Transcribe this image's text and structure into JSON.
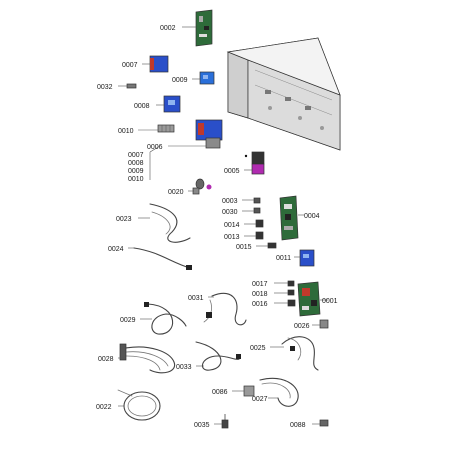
{
  "diagram": {
    "part_labels": {
      "p0002": "0002",
      "p0007": "0007",
      "p0009": "0009",
      "p0032": "0032",
      "p0008": "0008",
      "p0010": "0010",
      "p0006": "0006",
      "p0005": "0005",
      "p0007b": "0007",
      "p0008b": "0008",
      "p0009b": "0009",
      "p0010b": "0010",
      "p0020": "0020",
      "p0003": "0003",
      "p0030": "0030",
      "p0004": "0004",
      "p0023": "0023",
      "p0014": "0014",
      "p0013": "0013",
      "p0015": "0015",
      "p0024": "0024",
      "p0011": "0011",
      "p0017": "0017",
      "p0018": "0018",
      "p0031": "0031",
      "p0016": "0016",
      "p0001": "0001",
      "p0029": "0029",
      "p0026": "0026",
      "p0025": "0025",
      "p0028": "0028",
      "p0033": "0033",
      "p0086": "0086",
      "p0027": "0027",
      "p0022": "0022",
      "p0035": "0035",
      "p0088": "0088"
    },
    "colors": {
      "pcb_green": "#2e6b3a",
      "relay_blue": "#2a4fc9",
      "module_red": "#c0392b",
      "magenta": "#b02bb0",
      "housing_grey": "#4a4a4a"
    }
  }
}
